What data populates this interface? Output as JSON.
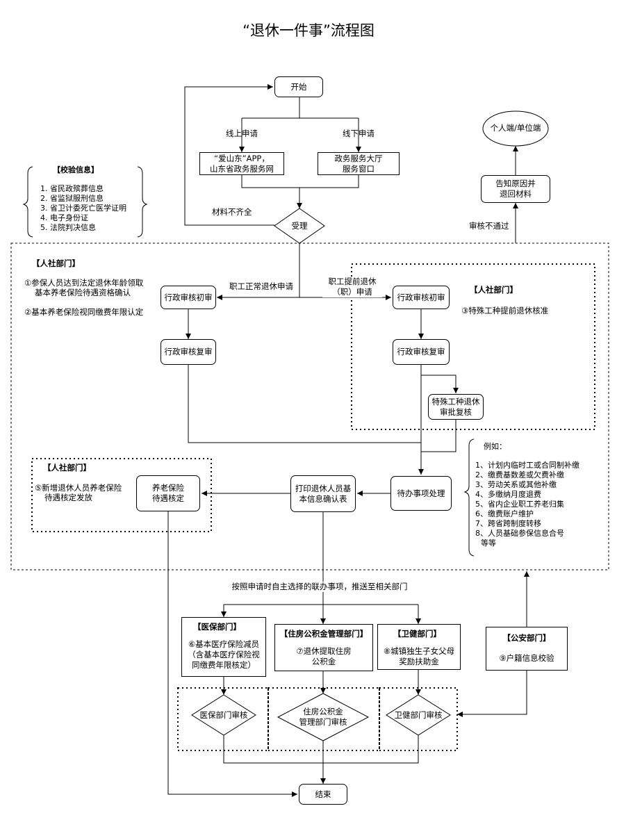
{
  "title": "“退休一件事”流程图",
  "nodes": {
    "start": "开始",
    "online_label": "线上申请",
    "offline_label": "线下申请",
    "online_channel": [
      "“爱山东”APP，",
      "山东省政务服务网"
    ],
    "offline_channel": [
      "政务服务大厅",
      "服务窗口"
    ],
    "accept": "受理",
    "materials_incomplete": "材料不齐全",
    "notify_reason": [
      "告知原因并",
      "退回材料"
    ],
    "personal_unit": "个人端/单位端",
    "review_failed": "审核不通过",
    "normal_retire": "职工正常退休申请",
    "early_retire": [
      "职工提前退休",
      "（职）申请"
    ],
    "admin_initial_left": "行政审核初审",
    "admin_recheck_left": "行政审核复审",
    "admin_initial_right": "行政审核初审",
    "admin_recheck_right": "行政审核复审",
    "special_approval": [
      "特殊工种退休",
      "审批复核"
    ],
    "pending": "待办事项处理",
    "print_confirm": [
      "打印退休人员基",
      "本信息确认表"
    ],
    "pension_check": [
      "养老保险",
      "待遇核定"
    ],
    "push_note": "按照申请时自主选择的联办事项，推送至相关部门",
    "end": "结束"
  },
  "verify_info": {
    "heading": "【校验信息】",
    "items": [
      "1. 省民政殡葬信息",
      "2. 省监狱服刑信息",
      "3. 省卫计委死亡医学证明",
      "4. 电子身份证",
      "5. 法院判决信息"
    ]
  },
  "hr_main": {
    "heading": "【人社部门】",
    "item1": [
      "①参保人员达到法定退休年龄领取",
      "基本养老保险待遇资格确认"
    ],
    "item2": "②基本养老保险视同缴费年限认定"
  },
  "hr_early": {
    "heading": "【人社部门】",
    "item3": "③特殊工种提前退休核准"
  },
  "hr_pension": {
    "heading": "【人社部门】",
    "item5": [
      "⑤新增退休人员养老保险",
      "待遇核定发放"
    ]
  },
  "examples": {
    "heading": "例如：",
    "items": [
      "1、计划内临时工或合同制补缴",
      "2、缴费基数差或欠费补缴",
      "3、劳动关系或其他补缴",
      "4、多缴纳月度退费",
      "5、省内企业职工养老归集",
      "6、缴费账户维护",
      "7、跨省跨制度转移",
      "8、人员基础参保信息合号",
      "等等"
    ]
  },
  "departments": {
    "medical": {
      "heading": "【医保部门】",
      "body": [
        "⑥基本医疗保险减员",
        "（含基本医疗保险视",
        "同缴费年限核定）"
      ],
      "audit": "医保部门审核"
    },
    "housing": {
      "heading": "【住房公积金管理部门】",
      "body": [
        "⑦退休提取住房",
        "公积金"
      ],
      "audit": [
        "住房公积金",
        "管理部门审核"
      ]
    },
    "health": {
      "heading": "【卫健部门】",
      "body": [
        "⑧城镇独生子女父母",
        "奖励扶助金"
      ],
      "audit": "卫健部门审核"
    },
    "police": {
      "heading": "【公安部门】",
      "body": "⑨户籍信息校验"
    }
  }
}
